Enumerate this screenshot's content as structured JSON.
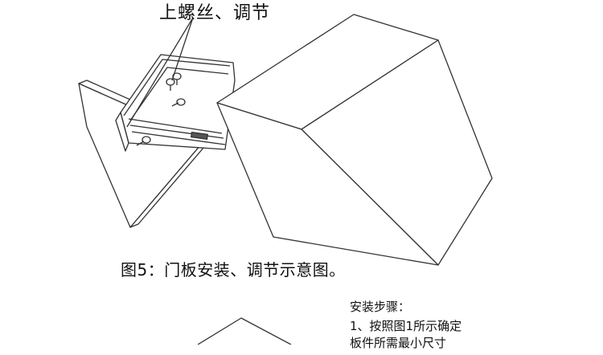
{
  "callout_label": "上螺丝、调节",
  "caption": "图5：门板安装、调节示意图。",
  "steps": {
    "title": "安装步骤：",
    "lines": [
      "1、按照图1所示确定",
      "  板件所需最小尺寸"
    ]
  },
  "colors": {
    "stroke": "#333333",
    "fill": "#ffffff"
  }
}
